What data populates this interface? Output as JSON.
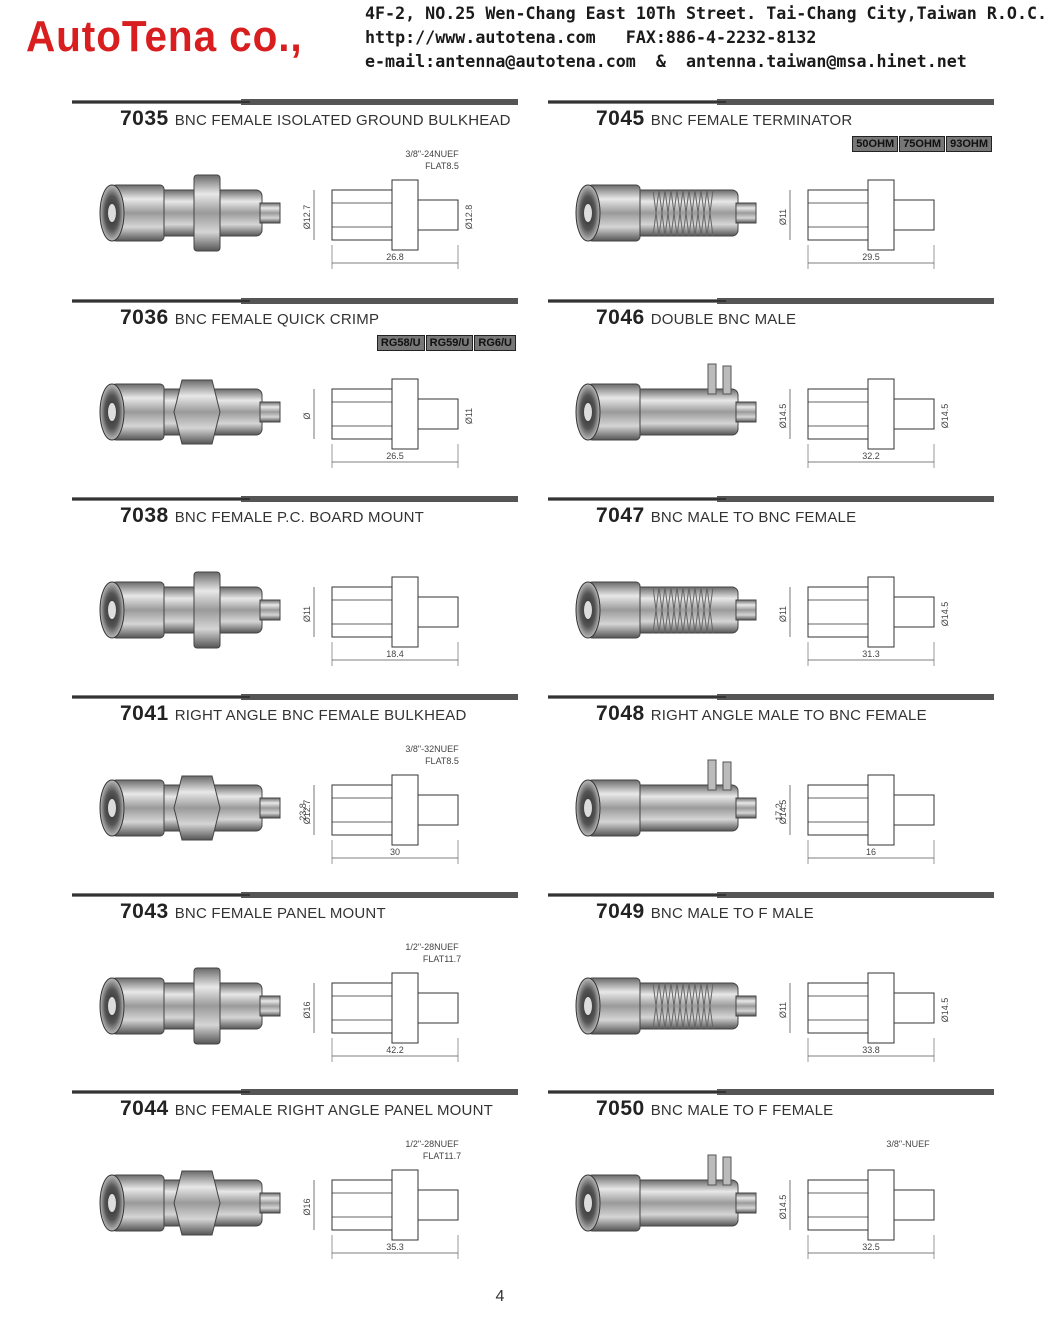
{
  "header": {
    "brand": "AutoTena co.,",
    "address": "4F-2, NO.25 Wen-Chang East 10Th Street. Tai-Chang City,Taiwan R.O.C.",
    "web_fax": "http://www.autotena.com   FAX:886-4-2232-8132",
    "emails": "e-mail:antenna@autotena.com  &  antenna.taiwan@msa.hinet.net"
  },
  "products": [
    {
      "code": "7035",
      "name": "BNC FEMALE ISOLATED GROUND BULKHEAD",
      "dims": [
        "3/8\"-24NUEF",
        "FLAT8.5",
        "Ø12.7",
        "Ø12.8",
        "26.8"
      ]
    },
    {
      "code": "7045",
      "name": "BNC FEMALE TERMINATOR",
      "badges": [
        "50OHM",
        "75OHM",
        "93OHM"
      ],
      "dims": [
        "Ø11",
        "29.5"
      ]
    },
    {
      "code": "7036",
      "name": "BNC FEMALE QUICK CRIMP",
      "badges": [
        "RG58/U",
        "RG59/U",
        "RG6/U"
      ],
      "dims": [
        "Ø",
        "Ø11",
        "26.5"
      ]
    },
    {
      "code": "7046",
      "name": "DOUBLE BNC MALE",
      "dims": [
        "Ø14.5",
        "Ø14.5",
        "32.2"
      ]
    },
    {
      "code": "7038",
      "name": "BNC FEMALE P.C. BOARD MOUNT",
      "dims": [
        "Ø11",
        "18.4"
      ]
    },
    {
      "code": "7047",
      "name": "BNC MALE TO BNC FEMALE",
      "dims": [
        "Ø11",
        "Ø14.5",
        "31.3"
      ]
    },
    {
      "code": "7041",
      "name": "RIGHT ANGLE BNC FEMALE BULKHEAD",
      "dims": [
        "3/8\"-32NUEF",
        "FLAT8.5",
        "23.8",
        "Ø12.7",
        "30"
      ]
    },
    {
      "code": "7048",
      "name": "RIGHT ANGLE MALE TO BNC FEMALE",
      "dims": [
        "Ø14.5",
        "17.2",
        "16"
      ]
    },
    {
      "code": "7043",
      "name": "BNC FEMALE PANEL MOUNT",
      "dims": [
        "1/2\"-28NUEF",
        "FLAT11.7",
        "Ø16",
        "42.2"
      ]
    },
    {
      "code": "7049",
      "name": "BNC MALE TO F MALE",
      "dims": [
        "Ø11",
        "Ø14.5",
        "33.8"
      ]
    },
    {
      "code": "7044",
      "name": "BNC FEMALE RIGHT ANGLE PANEL MOUNT",
      "dims": [
        "1/2\"-28NUEF",
        "FLAT11.7",
        "Ø16",
        "35.3"
      ]
    },
    {
      "code": "7050",
      "name": "BNC MALE TO F FEMALE",
      "dims": [
        "3/8\"-NUEF",
        "Ø14.5",
        "32.5"
      ]
    }
  ],
  "page_number": "4"
}
